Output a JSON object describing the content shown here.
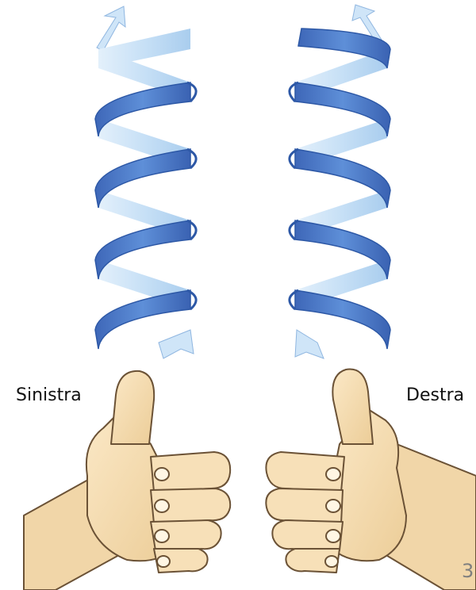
{
  "labels": {
    "left": "Sinistra",
    "right": "Destra"
  },
  "page_number": "3",
  "colors": {
    "ribbon_front": "#4f7bc8",
    "ribbon_back": "#bcd9f3",
    "ribbon_edge": "#2d58a6",
    "skin": "#f6ddb3",
    "skin_shadow": "#e2bf8c",
    "outline": "#6b5236"
  }
}
